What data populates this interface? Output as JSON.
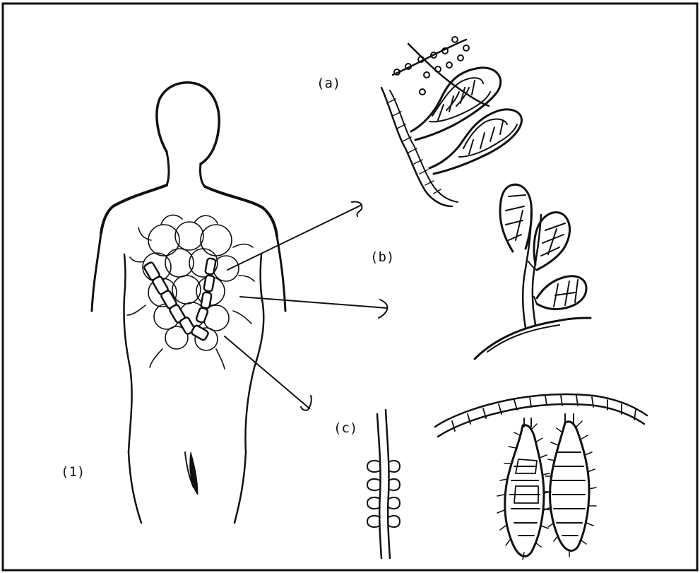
{
  "labels": {
    "a": "(a)",
    "b": "(b)",
    "c": "(c)",
    "one": "(1)"
  },
  "colors": {
    "ink": "#111111",
    "paper": "#ffffff"
  }
}
